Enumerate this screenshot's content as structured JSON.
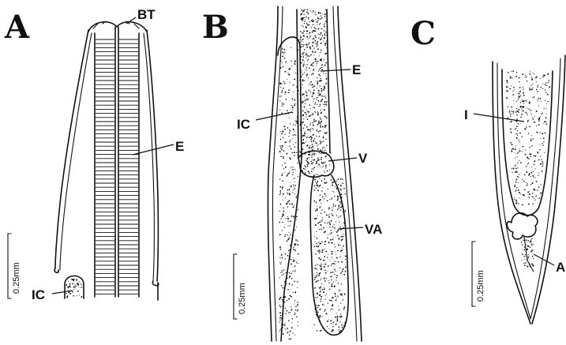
{
  "panels": [
    {
      "id": "A",
      "letter": "A",
      "scale": "0.25mm",
      "labels": {
        "bt": "BT",
        "e": "E",
        "ic": "IC"
      }
    },
    {
      "id": "B",
      "letter": "B",
      "scale": "0.25mm",
      "labels": {
        "ic": "IC",
        "e": "E",
        "v": "V",
        "va": "VA"
      }
    },
    {
      "id": "C",
      "letter": "C",
      "scale": "0.25mm",
      "labels": {
        "i": "I",
        "a": "A"
      }
    }
  ],
  "colors": {
    "ink": "#111111",
    "background": "#ffffff"
  }
}
